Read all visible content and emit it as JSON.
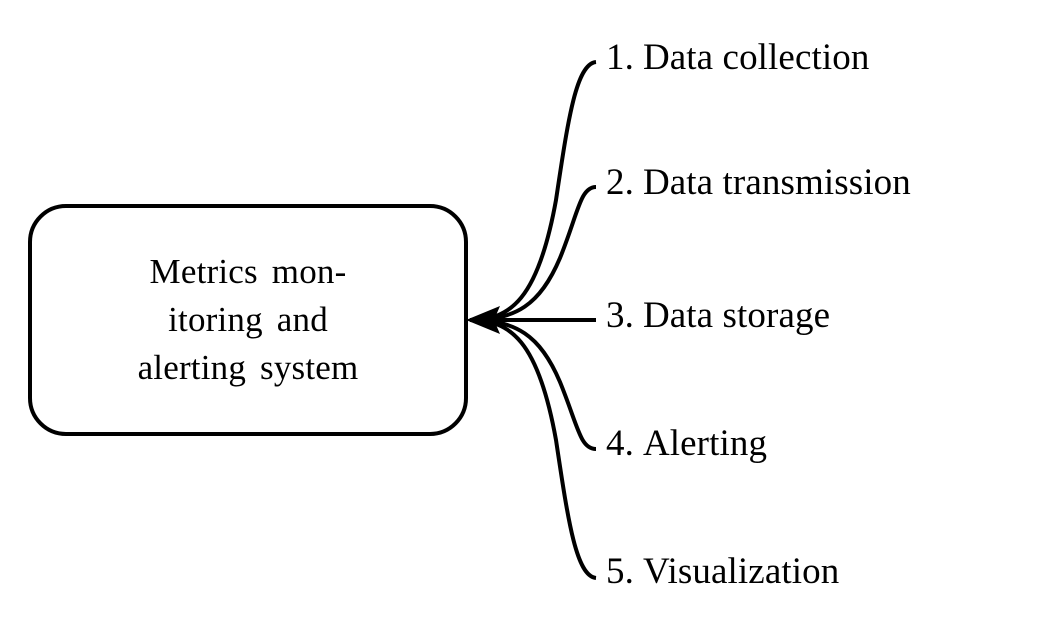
{
  "diagram": {
    "type": "mind-map",
    "background_color": "#ffffff",
    "stroke_color": "#000000",
    "stroke_width": 4,
    "root": {
      "shape": "rounded-rectangle",
      "lines": [
        "Metrics mon-",
        "itoring and",
        "alerting system"
      ],
      "full_text": "Metrics monitoring and alerting system"
    },
    "arrow": {
      "direction": "left",
      "style": "solid-triangle",
      "target": "root-node"
    },
    "branches": [
      {
        "number": "1.",
        "label": "Data collection",
        "connector": "curve"
      },
      {
        "number": "2.",
        "label": "Data transmission",
        "connector": "curve"
      },
      {
        "number": "3.",
        "label": "Data storage",
        "connector": "straight-line"
      },
      {
        "number": "4.",
        "label": "Alerting",
        "connector": "curve"
      },
      {
        "number": "5.",
        "label": "Visualization",
        "connector": "curve"
      }
    ]
  }
}
